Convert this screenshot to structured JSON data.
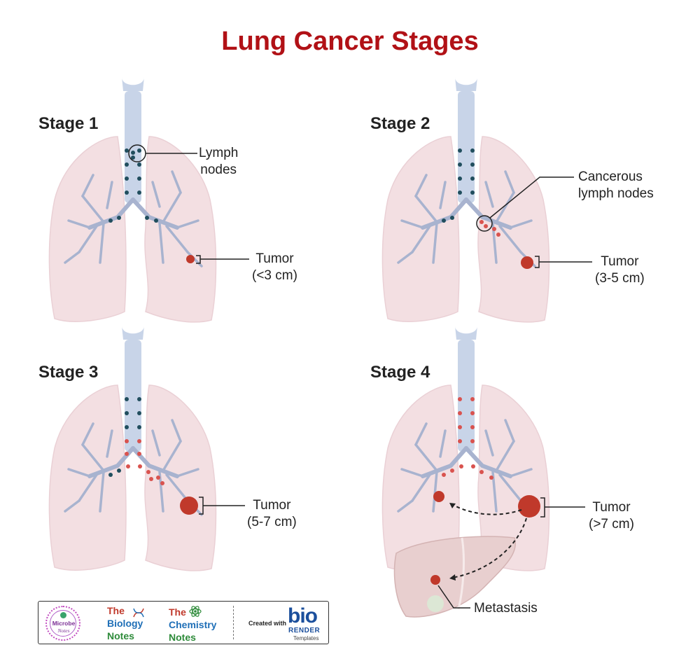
{
  "title": "Lung Cancer Stages",
  "stages": [
    {
      "title": "Stage 1",
      "labels": {
        "lymph": [
          "Lymph",
          "nodes"
        ],
        "tumor": [
          "Tumor",
          "(<3 cm)"
        ]
      }
    },
    {
      "title": "Stage 2",
      "labels": {
        "lymph": [
          "Cancerous",
          "lymph nodes"
        ],
        "tumor": [
          "Tumor",
          "(3-5 cm)"
        ]
      }
    },
    {
      "title": "Stage 3",
      "labels": {
        "tumor": [
          "Tumor",
          "(5-7 cm)"
        ]
      }
    },
    {
      "title": "Stage 4",
      "labels": {
        "tumor": [
          "Tumor",
          "(>7 cm)"
        ],
        "metastasis": "Metastasis"
      }
    }
  ],
  "footer": {
    "microbe": [
      "Microbe",
      "Notes"
    ],
    "biology": [
      "The",
      "Biology",
      "Notes"
    ],
    "chemistry": [
      "The",
      "Chemistry",
      "Notes"
    ],
    "created_with": "Created with",
    "bio": "bio",
    "render": "RENDER",
    "templates": "Templates"
  },
  "colors": {
    "title": "#b11116",
    "lung": "#f3dfe2",
    "bronchi": "#a8b3cf",
    "trachea": "#c8d4e8",
    "node_healthy": "#214e5e",
    "node_cancer": "#d9534f",
    "tumor": "#c0392b",
    "liver": "#e8cfcf"
  }
}
